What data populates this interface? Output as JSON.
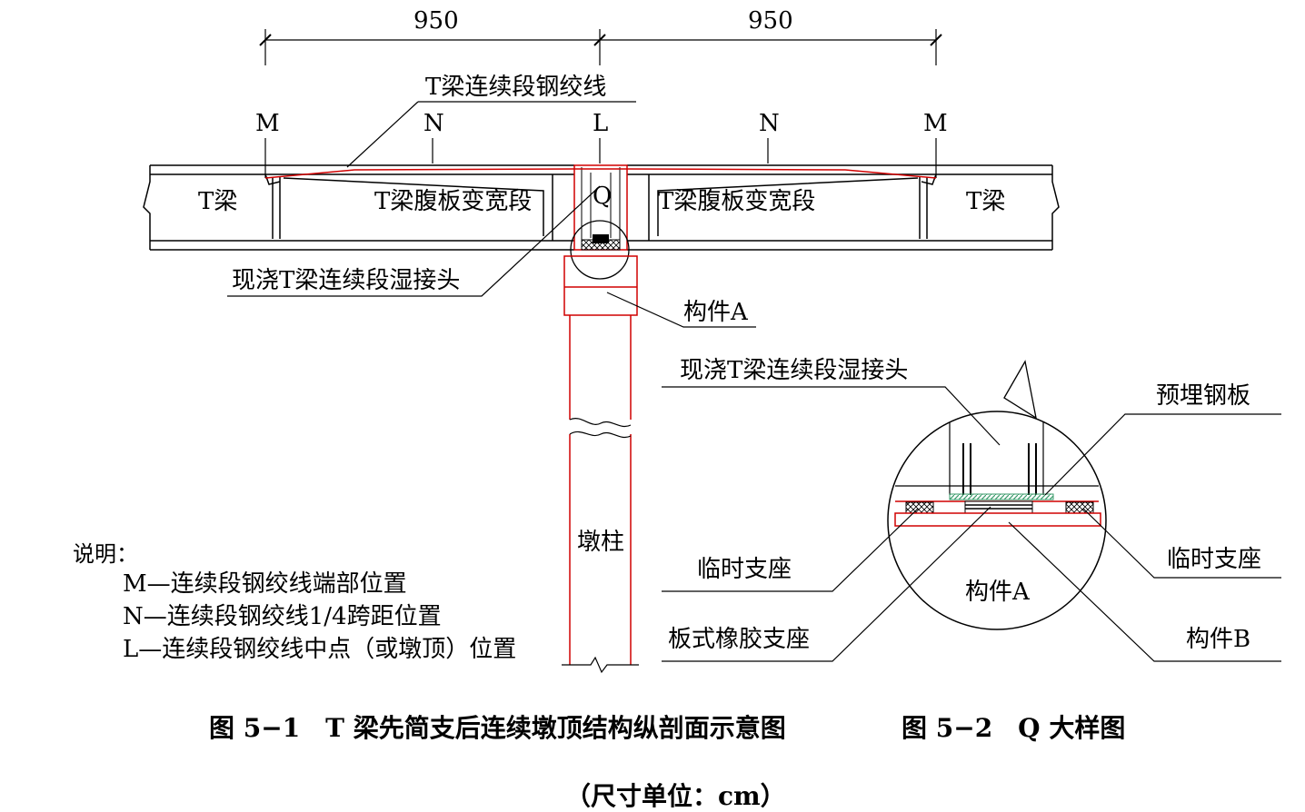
{
  "dims": {
    "left_span": "950",
    "right_span": "950"
  },
  "section_marks": {
    "m_left": "M",
    "n_left": "N",
    "l_mid": "L",
    "n_right": "N",
    "m_right": "M"
  },
  "labels": {
    "strand": "T梁连续段钢绞线",
    "t_beam_left": "T梁",
    "web_left": "T梁腹板变宽段",
    "q_mark": "Q",
    "web_right": "T梁腹板变宽段",
    "t_beam_right": "T梁",
    "wet_joint": "现浇T梁连续段湿接头",
    "member_a": "构件A",
    "pier": "墩柱"
  },
  "detail": {
    "wet_joint": "现浇T梁连续段湿接头",
    "embedded_plate": "预埋钢板",
    "temp_support_left": "临时支座",
    "temp_support_right": "临时支座",
    "member_a": "构件A",
    "rubber_bearing": "板式橡胶支座",
    "member_b": "构件B"
  },
  "notes": {
    "title": "说明：",
    "m": "M—连续段钢绞线端部位置",
    "n": "N—连续段钢绞线1/4跨距位置",
    "l": "L—连续段钢绞线中点（或墩顶）位置"
  },
  "captions": {
    "fig1": "图 5−1　T 梁先简支后连续墩顶结构纵剖面示意图",
    "fig2": "图 5−2　Q 大样图",
    "unit": "（尺寸单位：cm）"
  },
  "colors": {
    "line": "#000000",
    "red": "#d00000",
    "hatch": "#3a9a6a"
  }
}
